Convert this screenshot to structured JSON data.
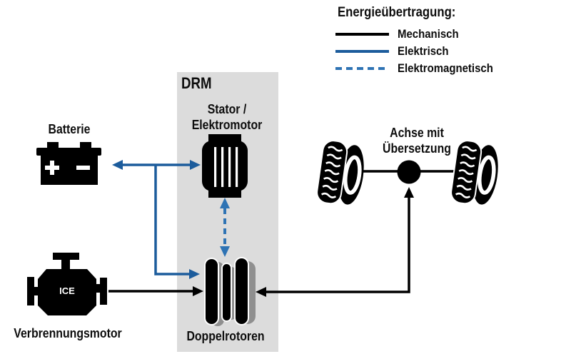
{
  "colors": {
    "mechanical": "#000000",
    "electric": "#1c5c9c",
    "electromagnetic": "#2e73b4",
    "drm_box": "#dcdcdc",
    "disc_shade": "#8f8f8f"
  },
  "legend": {
    "title": "Energieübertragung:",
    "items": [
      {
        "label": "Mechanisch",
        "style": "solid",
        "color": "#000000"
      },
      {
        "label": "Elektrisch",
        "style": "solid",
        "color": "#1c5c9c"
      },
      {
        "label": "Elektromagnetisch",
        "style": "dashed",
        "color": "#2e73b4"
      }
    ]
  },
  "diagram": {
    "battery": {
      "label": "Batterie"
    },
    "drm": {
      "label": "DRM"
    },
    "stator": {
      "label_line1": "Stator /",
      "label_line2": "Elektromotor"
    },
    "rotors": {
      "label": "Doppelrotoren"
    },
    "engine": {
      "label": "Verbrennungsmotor",
      "icon_text": "ICE"
    },
    "axle": {
      "label_line1": "Achse mit",
      "label_line2": "Übersetzung"
    }
  }
}
